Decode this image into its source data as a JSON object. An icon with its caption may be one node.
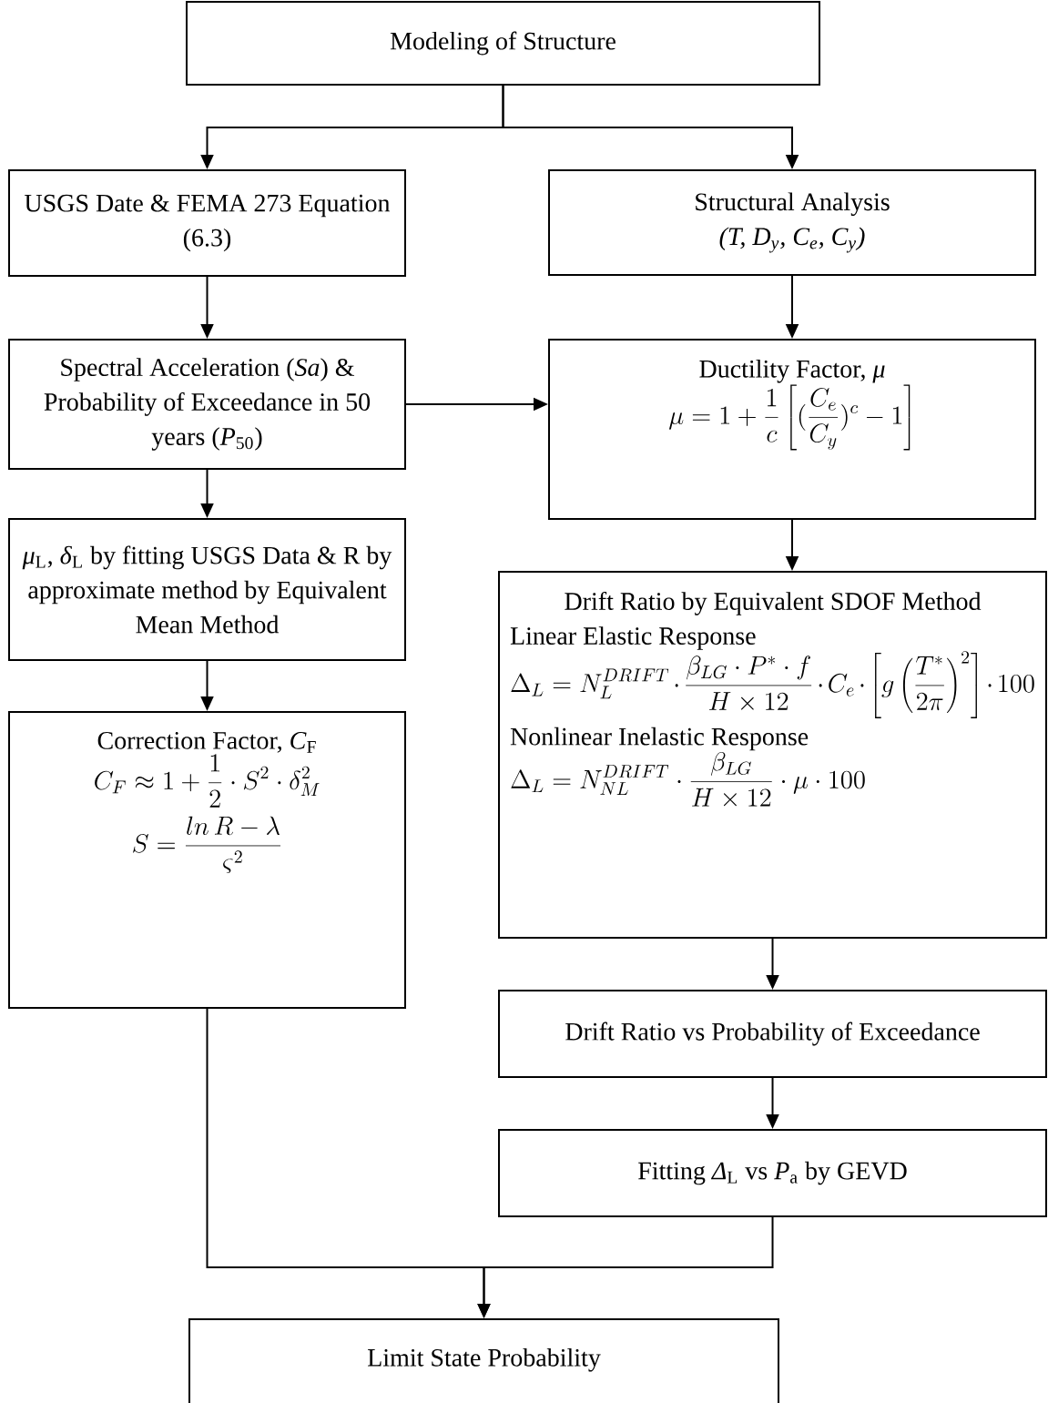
{
  "diagram": {
    "nodes": [
      {
        "text": [
          "Modeling of Structure"
        ]
      },
      {
        "text": [
          "USGS Date & FEMA 273 Equation (6.3)"
        ]
      },
      {
        "text": [
          "Structural Analysis",
          "(T, D$_{y}$, C$_{e}$, C$_{y}$)"
        ]
      },
      {
        "text": [
          "Spectral Acceleration (*Sa*) & Probability of Exceedance in 50 years (*P*$_{50}$)"
        ]
      },
      {
        "text": [
          "Ductility Factor, *μ*",
          "\\mu = 1+\\frac{1}{c}\\left[(\\frac{C_e}{C_y})^{c}-1\\right]"
        ]
      },
      {
        "text": [
          "*μ*$_{L}$, *δ*$_{L}$ by fitting USGS Data & R by approximate method by Equivalent Mean Method"
        ]
      },
      {
        "text": [
          "Drift Ratio by Equivalent SDOF Method",
          "Linear Elastic Response",
          "\\Delta_L = N_L^{DRIFT}\\cdot\\frac{\\beta_{LG}\\cdot P^{*}\\cdot f}{H\\times 12}\\cdot C_e\\cdot\\left[g\\left(\\frac{T^{*}}{2\\pi}\\right)^{2}\\right]\\cdot 100",
          "Nonlinear Inelastic Response",
          "\\Delta_L = N_{NL}^{DRIFT}\\cdot\\frac{\\beta_{LG}}{H\\times 12}\\cdot\\mu\\cdot 100"
        ]
      },
      {
        "text": [
          "Correction Factor, *C*$_{F}$",
          "C_F \\approx 1+\\frac{1}{2}\\cdot S^{2}\\cdot\\delta_M^{2}",
          "S = \\frac{ln\\,R-\\lambda}{\\varsigma^{2}}"
        ]
      },
      {
        "text": [
          "Drift Ratio vs Probability of Exceedance"
        ]
      },
      {
        "text": [
          "Fitting *Δ*$_{L}$ vs *P*$_{a}$ by GEVD"
        ]
      },
      {
        "text": [
          "Limit State Probability"
        ]
      }
    ],
    "edges": [
      {
        "from": 0,
        "to": 1,
        "arrow": "to"
      },
      {
        "from": 0,
        "to": 2,
        "arrow": "to"
      },
      {
        "from": 1,
        "to": 3,
        "arrow": "to"
      },
      {
        "from": 2,
        "to": 4,
        "arrow": "to"
      },
      {
        "from": 3,
        "to": 4,
        "arrow": "to"
      },
      {
        "from": 3,
        "to": 5,
        "arrow": "to"
      },
      {
        "from": 5,
        "to": 7,
        "arrow": "to"
      },
      {
        "from": 4,
        "to": 6,
        "arrow": "to"
      },
      {
        "from": 6,
        "to": 8,
        "arrow": "to"
      },
      {
        "from": 8,
        "to": 9,
        "arrow": "to"
      },
      {
        "from": 7,
        "to": 10,
        "arrow": "to"
      },
      {
        "from": 9,
        "to": 10,
        "arrow": "to"
      }
    ]
  }
}
